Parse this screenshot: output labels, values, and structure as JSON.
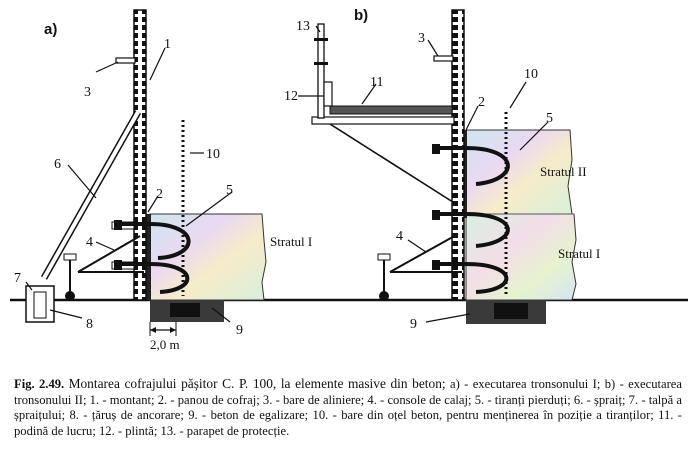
{
  "diagram": {
    "panel_a_label": "a)",
    "panel_b_label": "b)",
    "numbers_a": [
      "1",
      "2",
      "3",
      "4",
      "5",
      "6",
      "7",
      "8",
      "9",
      "10"
    ],
    "numbers_b": [
      "2",
      "3",
      "4",
      "5",
      "9",
      "10",
      "11",
      "12",
      "13"
    ],
    "layer_a": "Stratul I",
    "layer_b_upper": "Stratul II",
    "layer_b_lower": "Stratul I",
    "dimension": "2,0 m"
  },
  "caption": {
    "lead": "Fig. 2.49.",
    "title": "Montarea cofrajului pășitor C. P. 100, la elemente masive din beton;",
    "body": "a) - executarea tronsonului I; b) - executarea tronsonului II; 1. - montant; 2. - panou de cofraj; 3. - bare de aliniere; 4. - console de calaj; 5. - tiranți pierduți; 6. - șpraiț; 7. - talpă a șpraițului; 8. - țăruș de ancorare; 9. - beton de egalizare; 10. - bare din oțel beton, pentru menținerea în poziție a tiranților; 11. - podină de lucru; 12. - plintă; 13. - parapet de protecție."
  }
}
